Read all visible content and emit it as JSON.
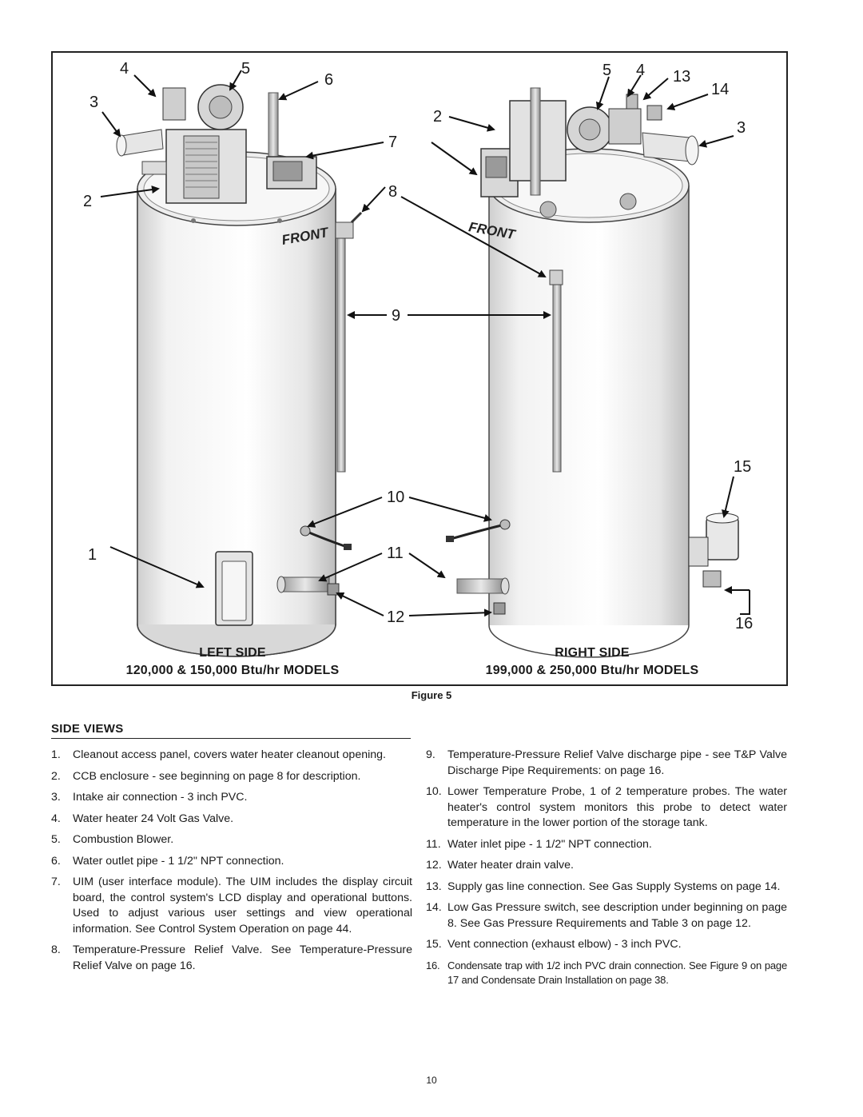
{
  "figure": {
    "callouts": [
      "1",
      "2",
      "3",
      "4",
      "5",
      "6",
      "7",
      "8",
      "9",
      "10",
      "11",
      "12",
      "13",
      "14",
      "15",
      "16"
    ],
    "front_label": "FRONT",
    "left_side": {
      "title": "LEFT SIDE",
      "subtitle": "120,000 & 150,000 Btu/hr MODELS"
    },
    "right_side": {
      "title": "RIGHT SIDE",
      "subtitle": "199,000 & 250,000 Btu/hr MODELS"
    },
    "caption": "Figure 5"
  },
  "section": {
    "heading": "SIDE VIEWS",
    "items": [
      {
        "num": "1.",
        "text": "Cleanout access panel, covers water heater cleanout opening."
      },
      {
        "num": "2.",
        "text": "CCB enclosure - see beginning on page 8 for description."
      },
      {
        "num": "3.",
        "text": "Intake air connection - 3 inch PVC."
      },
      {
        "num": "4.",
        "text": "Water heater 24 Volt Gas Valve."
      },
      {
        "num": "5.",
        "text": "Combustion Blower."
      },
      {
        "num": "6.",
        "text": "Water outlet pipe - 1 1/2\" NPT connection."
      },
      {
        "num": "7.",
        "text": "UIM (user interface module). The UIM includes the display circuit board, the control system's LCD display and operational buttons. Used to adjust various user settings and view operational information. See Control System Operation on page 44."
      },
      {
        "num": "8.",
        "text": "Temperature-Pressure Relief Valve. See Temperature-Pressure Relief Valve on page 16."
      },
      {
        "num": "9.",
        "text": "Temperature-Pressure Relief Valve discharge pipe - see T&P Valve Discharge Pipe Requirements: on page 16."
      },
      {
        "num": "10.",
        "text": "Lower Temperature Probe, 1 of 2 temperature probes. The water heater's control system monitors this probe to detect water temperature in the lower portion of the storage tank."
      },
      {
        "num": "11.",
        "text": "Water inlet pipe - 1 1/2\" NPT connection."
      },
      {
        "num": "12.",
        "text": "Water heater drain valve."
      },
      {
        "num": "13.",
        "text": "Supply gas line connection. See Gas Supply Systems on page 14."
      },
      {
        "num": "14.",
        "text": "Low Gas Pressure switch, see description under beginning on page 8. See Gas Pressure Requirements and Table 3 on page 12."
      },
      {
        "num": "15.",
        "text": "Vent connection (exhaust elbow) - 3 inch PVC."
      },
      {
        "num": "16.",
        "text": "Condensate trap with 1/2 inch PVC drain connection. See Figure 9 on page 17 and Condensate Drain Installation on page 38."
      }
    ]
  },
  "page_number": "10"
}
